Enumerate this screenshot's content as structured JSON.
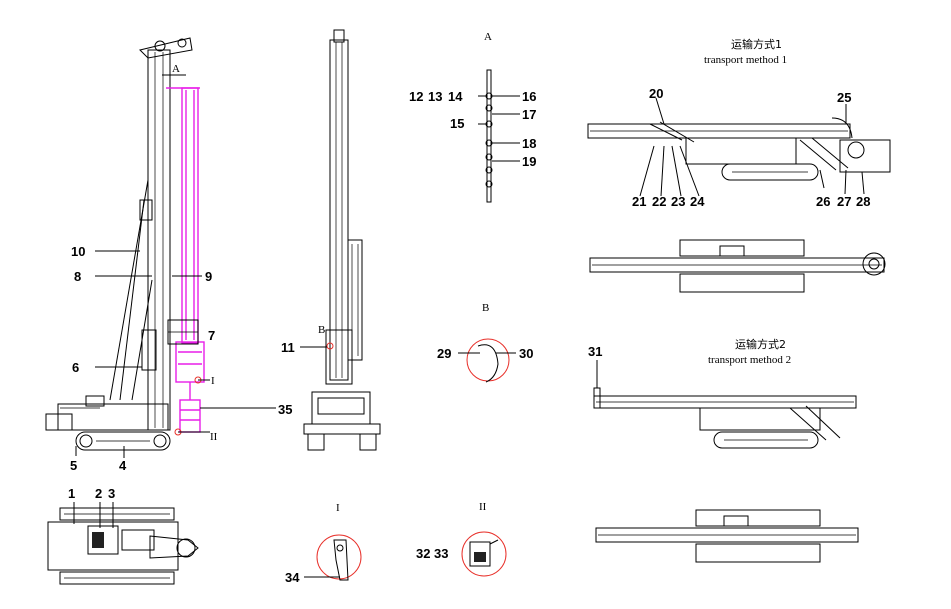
{
  "colors": {
    "line": "#000000",
    "highlight": "#e81ee8",
    "callout": "#e8302a"
  },
  "side_view": {
    "detail_refs": {
      "a": "A",
      "i": "I",
      "ii": "II"
    },
    "labels": {
      "l1": "1",
      "l2": "2",
      "l3": "3",
      "l4": "4",
      "l5": "5",
      "l6": "6",
      "l7": "7",
      "l8": "8",
      "l9": "9",
      "l10": "10",
      "l35": "35"
    }
  },
  "front_view": {
    "detail_ref_b": "B",
    "labels": {
      "l11": "11"
    }
  },
  "detail_a": {
    "title": "A",
    "labels": {
      "l12": "12",
      "l13": "13",
      "l14": "14",
      "l15": "15",
      "l16": "16",
      "l17": "17",
      "l18": "18",
      "l19": "19"
    }
  },
  "detail_b": {
    "title": "B",
    "labels": {
      "l29": "29",
      "l30": "30"
    }
  },
  "detail_i": {
    "title": "I",
    "labels": {
      "l34": "34"
    }
  },
  "detail_ii": {
    "title": "II",
    "labels": {
      "l32": "32",
      "l33": "33"
    }
  },
  "transport1": {
    "title_cn": "运输方式1",
    "title_en": "transport method 1",
    "labels": {
      "l20": "20",
      "l21": "21",
      "l22": "22",
      "l23": "23",
      "l24": "24",
      "l25": "25",
      "l26": "26",
      "l27": "27",
      "l28": "28"
    }
  },
  "transport2": {
    "title_cn": "运输方式2",
    "title_en": "transport method 2",
    "labels": {
      "l31": "31"
    }
  }
}
